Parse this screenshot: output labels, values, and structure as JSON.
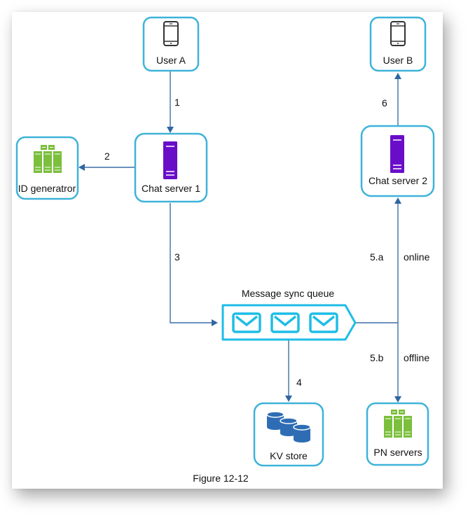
{
  "diagram": {
    "caption": "Figure 12-12",
    "nodes": {
      "user_a": {
        "label": "User A",
        "icon": "smartphone-icon"
      },
      "user_b": {
        "label": "User B",
        "icon": "smartphone-icon"
      },
      "chat_server_1": {
        "label": "Chat server 1",
        "icon": "server-icon"
      },
      "chat_server_2": {
        "label": "Chat server 2",
        "icon": "server-icon"
      },
      "id_generator": {
        "label": "ID generatror",
        "icon": "server-cluster-icon"
      },
      "message_sync_queue": {
        "label": "Message sync queue",
        "icon": "message-queue-icon"
      },
      "kv_store": {
        "label": "KV store",
        "icon": "database-icon"
      },
      "pn_servers": {
        "label": "PN servers",
        "icon": "server-cluster-icon"
      }
    },
    "edges": [
      {
        "from": "User A",
        "to": "Chat server 1",
        "label": "1"
      },
      {
        "from": "Chat server 1",
        "to": "ID generatror",
        "label": "2"
      },
      {
        "from": "Chat server 1",
        "to": "Message sync queue",
        "label": "3"
      },
      {
        "from": "Message sync queue",
        "to": "KV store",
        "label": "4"
      },
      {
        "from": "Message sync queue",
        "to": "Chat server 2",
        "label": "5.a",
        "condition": "online"
      },
      {
        "from": "Message sync queue",
        "to": "PN servers",
        "label": "5.b",
        "condition": "offline"
      },
      {
        "from": "Chat server 2",
        "to": "User B",
        "label": "6"
      }
    ]
  },
  "colors": {
    "node_border": "#3eb3d9",
    "edge": "#3b6fa6",
    "server": "#6a0dc8",
    "cluster": "#7bbf3c",
    "database": "#2e6db4",
    "queue": "#1ebde6"
  }
}
